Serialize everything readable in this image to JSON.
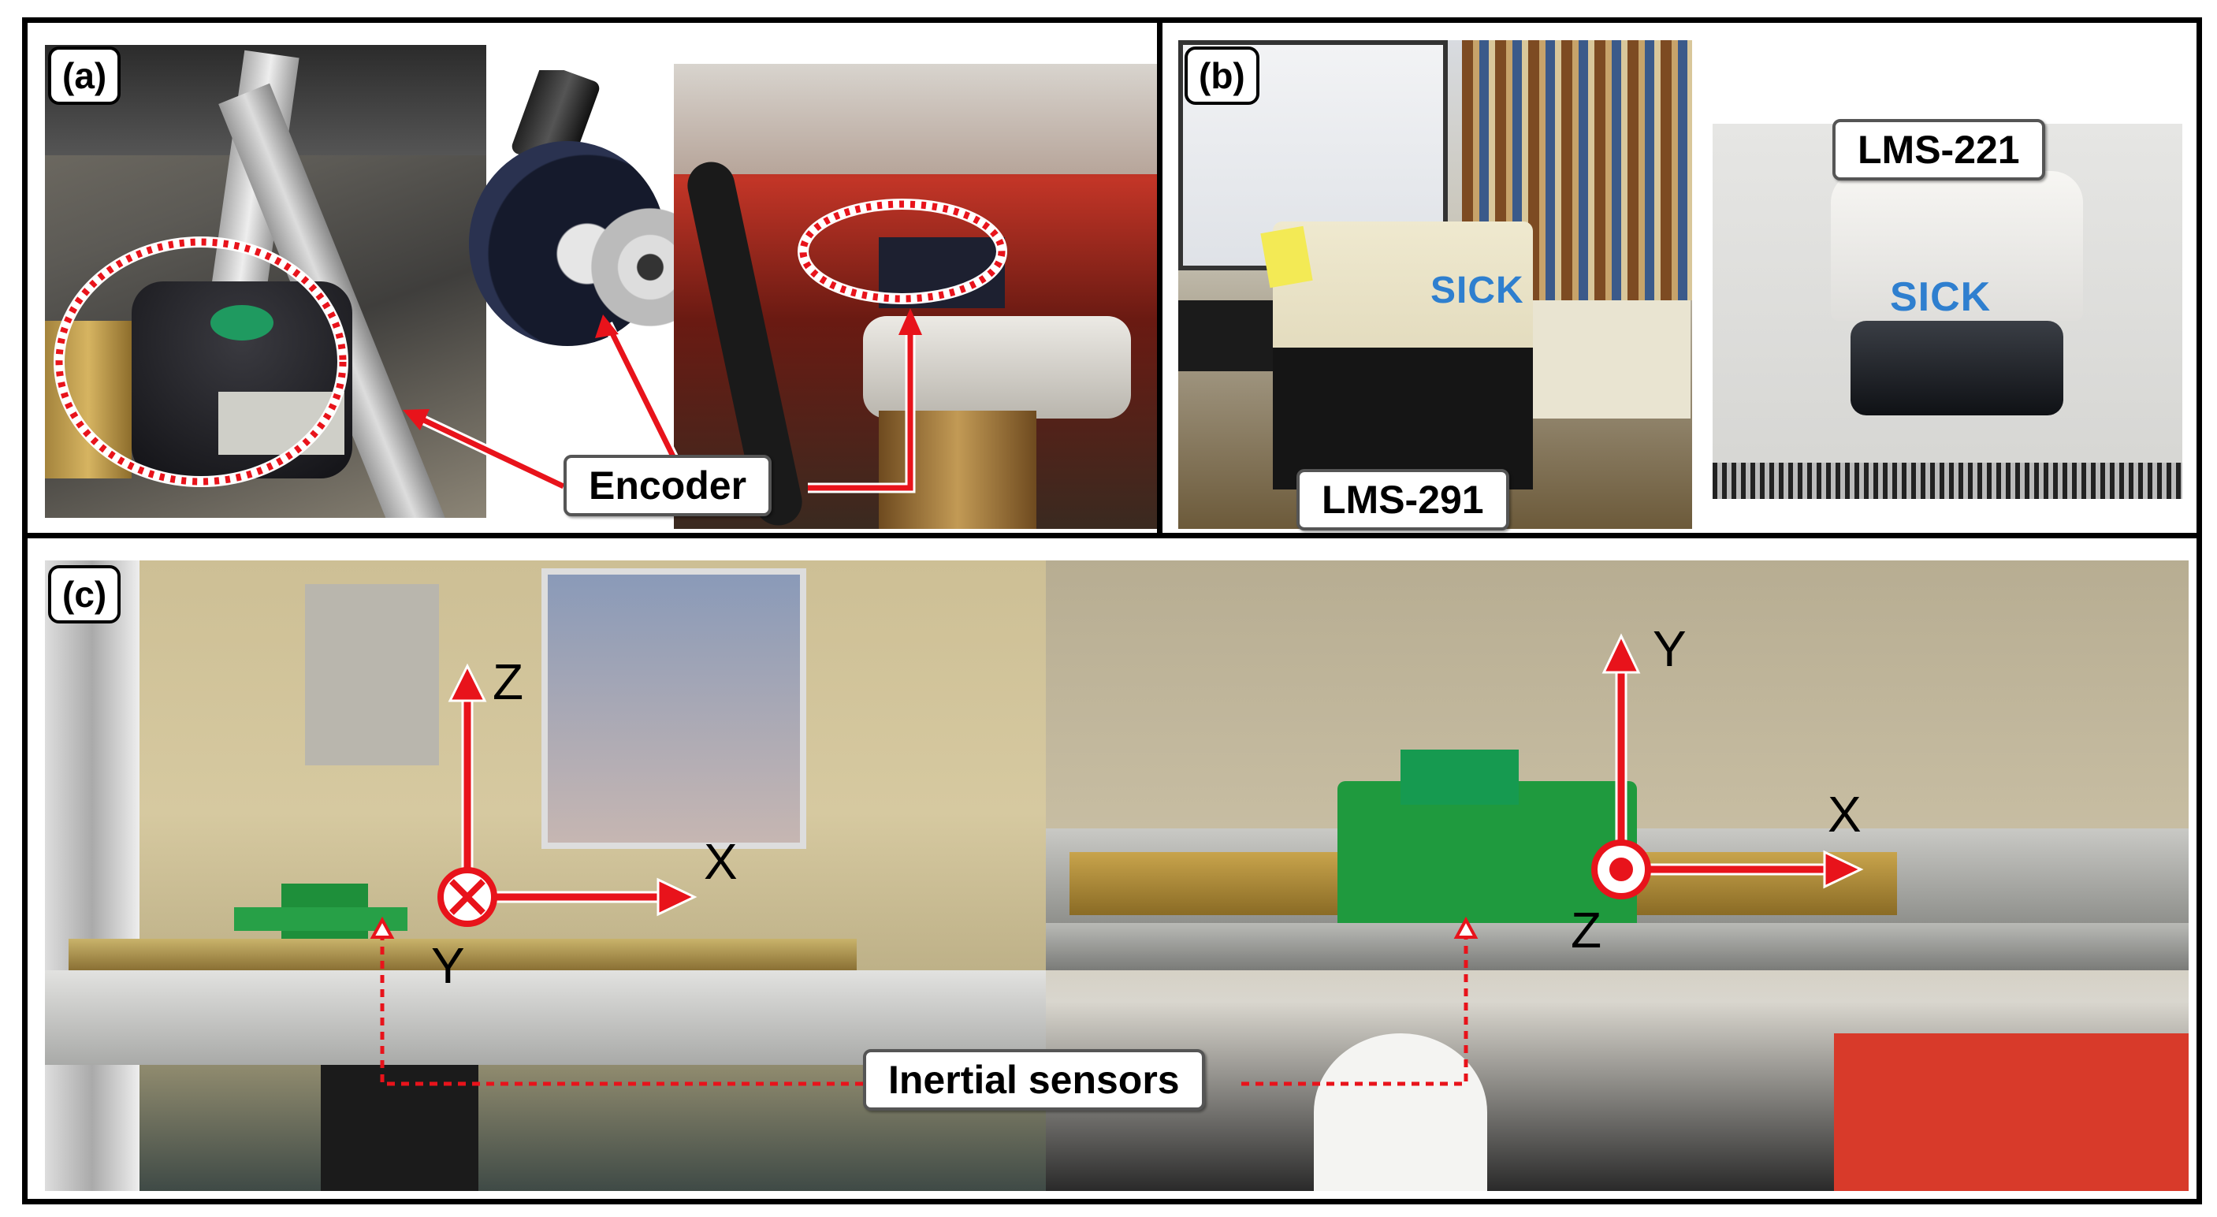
{
  "panels": {
    "a": {
      "tag": "(a)",
      "label": "Encoder"
    },
    "b": {
      "tag": "(b)",
      "label_left": "LMS-291",
      "label_right": "LMS-221",
      "brand": "SICK"
    },
    "c": {
      "tag": "(c)",
      "label": "Inertial sensors",
      "left_axes": {
        "z": "Z",
        "x": "X",
        "y": "Y"
      },
      "right_axes": {
        "y": "Y",
        "x": "X",
        "z": "Z"
      }
    }
  },
  "colors": {
    "annotation": "#e8131b",
    "border": "#000000"
  }
}
